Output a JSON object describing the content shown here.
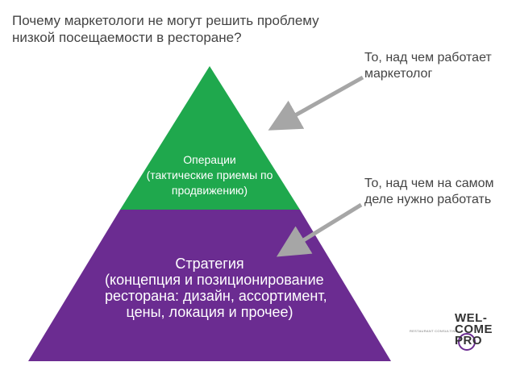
{
  "title": {
    "line1": "Почему маркетологи не могут решить проблему",
    "line2": "низкой посещаемости в ресторане?"
  },
  "pyramid": {
    "top": {
      "color": "#1fa84d",
      "lines": [
        "Операции",
        "(тактические приемы по",
        "продвижению)"
      ]
    },
    "bottom": {
      "color": "#6b2c91",
      "lines": [
        "Стратегия",
        "(концепция и позиционирование",
        "ресторана: дизайн, ассортимент,",
        "цены, локация и прочее)"
      ]
    }
  },
  "annotations": [
    {
      "lines": [
        "То, над чем работает",
        "маркетолог"
      ]
    },
    {
      "lines": [
        "То, над чем на самом",
        "деле нужно работать"
      ]
    }
  ],
  "arrow_color": "#a6a6a6",
  "logo": {
    "lines": [
      "WEL-",
      "COME",
      "PRO"
    ],
    "tagline": "RESTAURANT CONSULTING",
    "accent": "#6b2c91"
  }
}
